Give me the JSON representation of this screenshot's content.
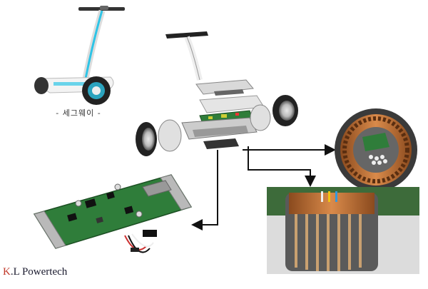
{
  "caption": "- 세그웨이 -",
  "brand": {
    "initial": "K",
    "rest": ".L Powertech"
  },
  "colors": {
    "accent_cyan": "#2ec4e6",
    "pcb_green": "#2f7d3a",
    "copper": "#c46a2e",
    "brand_red": "#c0392b",
    "dark_navy": "#1a1a2e"
  },
  "components": [
    {
      "name": "segway-complete",
      "icon": "segway-icon"
    },
    {
      "name": "segway-exploded",
      "icon": "exploded-view-icon"
    },
    {
      "name": "controller-pcb",
      "icon": "pcb-icon"
    },
    {
      "name": "motor-stator-top",
      "icon": "motor-icon"
    },
    {
      "name": "motor-stator-side",
      "icon": "coil-icon"
    }
  ]
}
